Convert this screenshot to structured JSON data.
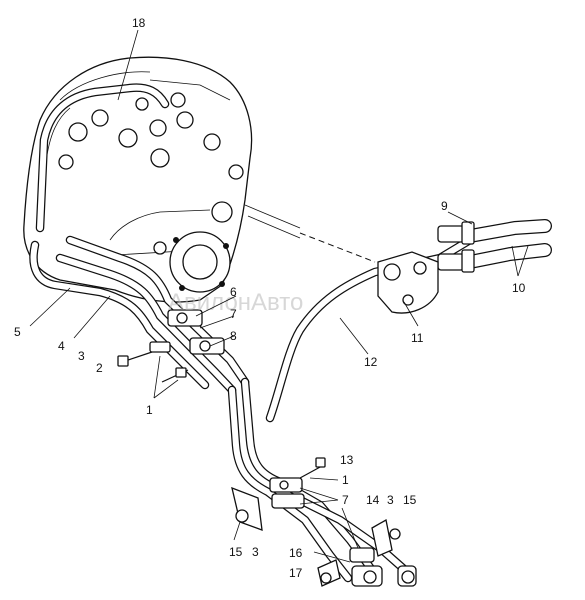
{
  "watermark": "АвилонАвто",
  "callouts": {
    "c1a": "1",
    "c1b": "1",
    "c2": "2",
    "c3a": "3",
    "c3b": "3",
    "c3c": "3",
    "c4": "4",
    "c5": "5",
    "c6": "6",
    "c7a": "7",
    "c7b": "7",
    "c8": "8",
    "c9": "9",
    "c10": "10",
    "c11": "11",
    "c12": "12",
    "c13": "13",
    "c14": "14",
    "c15a": "15",
    "c15b": "15",
    "c16": "16",
    "c17": "17",
    "c18": "18"
  }
}
